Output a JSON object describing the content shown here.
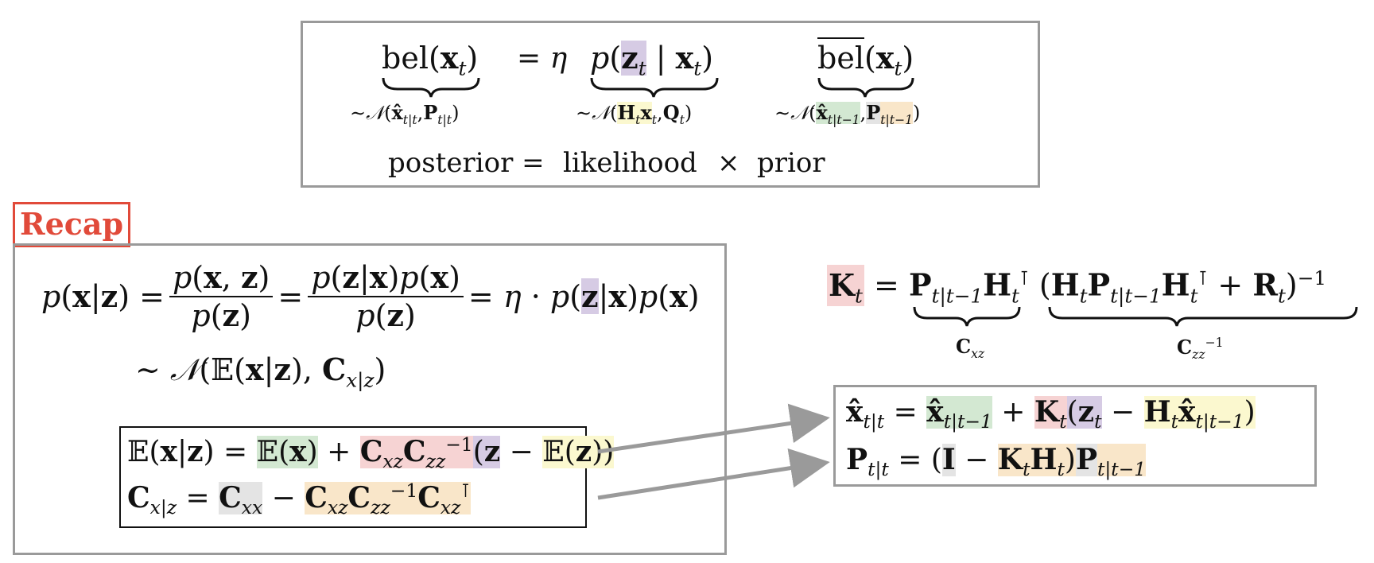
{
  "top_box": {
    "bel_xt": "bel(x",
    "equals_eta": "= η",
    "likelihood_term": "p(z",
    "mid_sep": " | x",
    "close_paren": ")",
    "prior_bel": "bel(x",
    "dist_posterior": "∼𝒩(x̂",
    "dist_likelihood": "∼𝒩(",
    "dist_prior": "∼𝒩(",
    "word_posterior": "posterior =",
    "word_likelihood": "likelihood",
    "word_times": "×",
    "word_prior": "prior"
  },
  "recap": {
    "label": "Recap"
  },
  "colors": {
    "purple": "#d6cbe4",
    "yellow": "#fbf8cf",
    "green": "#d3e8d2",
    "gray": "#e4e4e4",
    "orange": "#f9e6c9",
    "red": "#f6d3d3",
    "recap_red": "#e14a3a",
    "border_gray": "#9a9a9a",
    "arrow_gray": "#9a9a9a"
  }
}
